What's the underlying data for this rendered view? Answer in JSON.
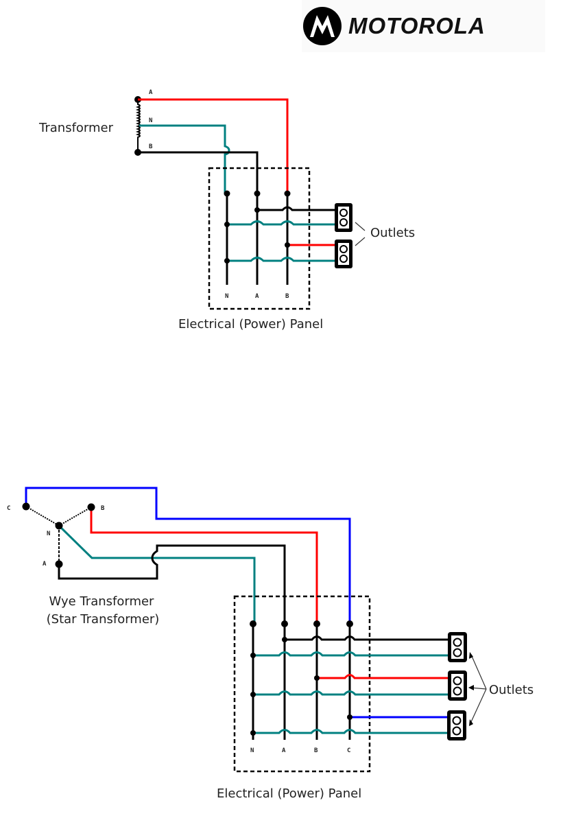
{
  "logo": {
    "text": "MOTOROLA",
    "icon": "motorola-batwing-logo-icon"
  },
  "colors": {
    "phase_a": "#ff0000",
    "neutral": "#008080",
    "black": "#000000",
    "phase_c": "#0000ff"
  },
  "diagram1": {
    "transformer_label": "Transformer",
    "terminal_labels": {
      "a": "A",
      "n": "N",
      "b": "B"
    },
    "panel_bus_labels": [
      "N",
      "A",
      "B"
    ],
    "panel_label": "Electrical (Power) Panel",
    "outlets_label": "Outlets"
  },
  "diagram2": {
    "transformer_label_line1": "Wye Transformer",
    "transformer_label_line2": "(Star Transformer)",
    "terminal_labels": {
      "c": "C",
      "b": "B",
      "n": "N",
      "a": "A"
    },
    "panel_bus_labels": [
      "N",
      "A",
      "B",
      "C"
    ],
    "panel_label": "Electrical (Power) Panel",
    "outlets_label": "Outlets"
  }
}
